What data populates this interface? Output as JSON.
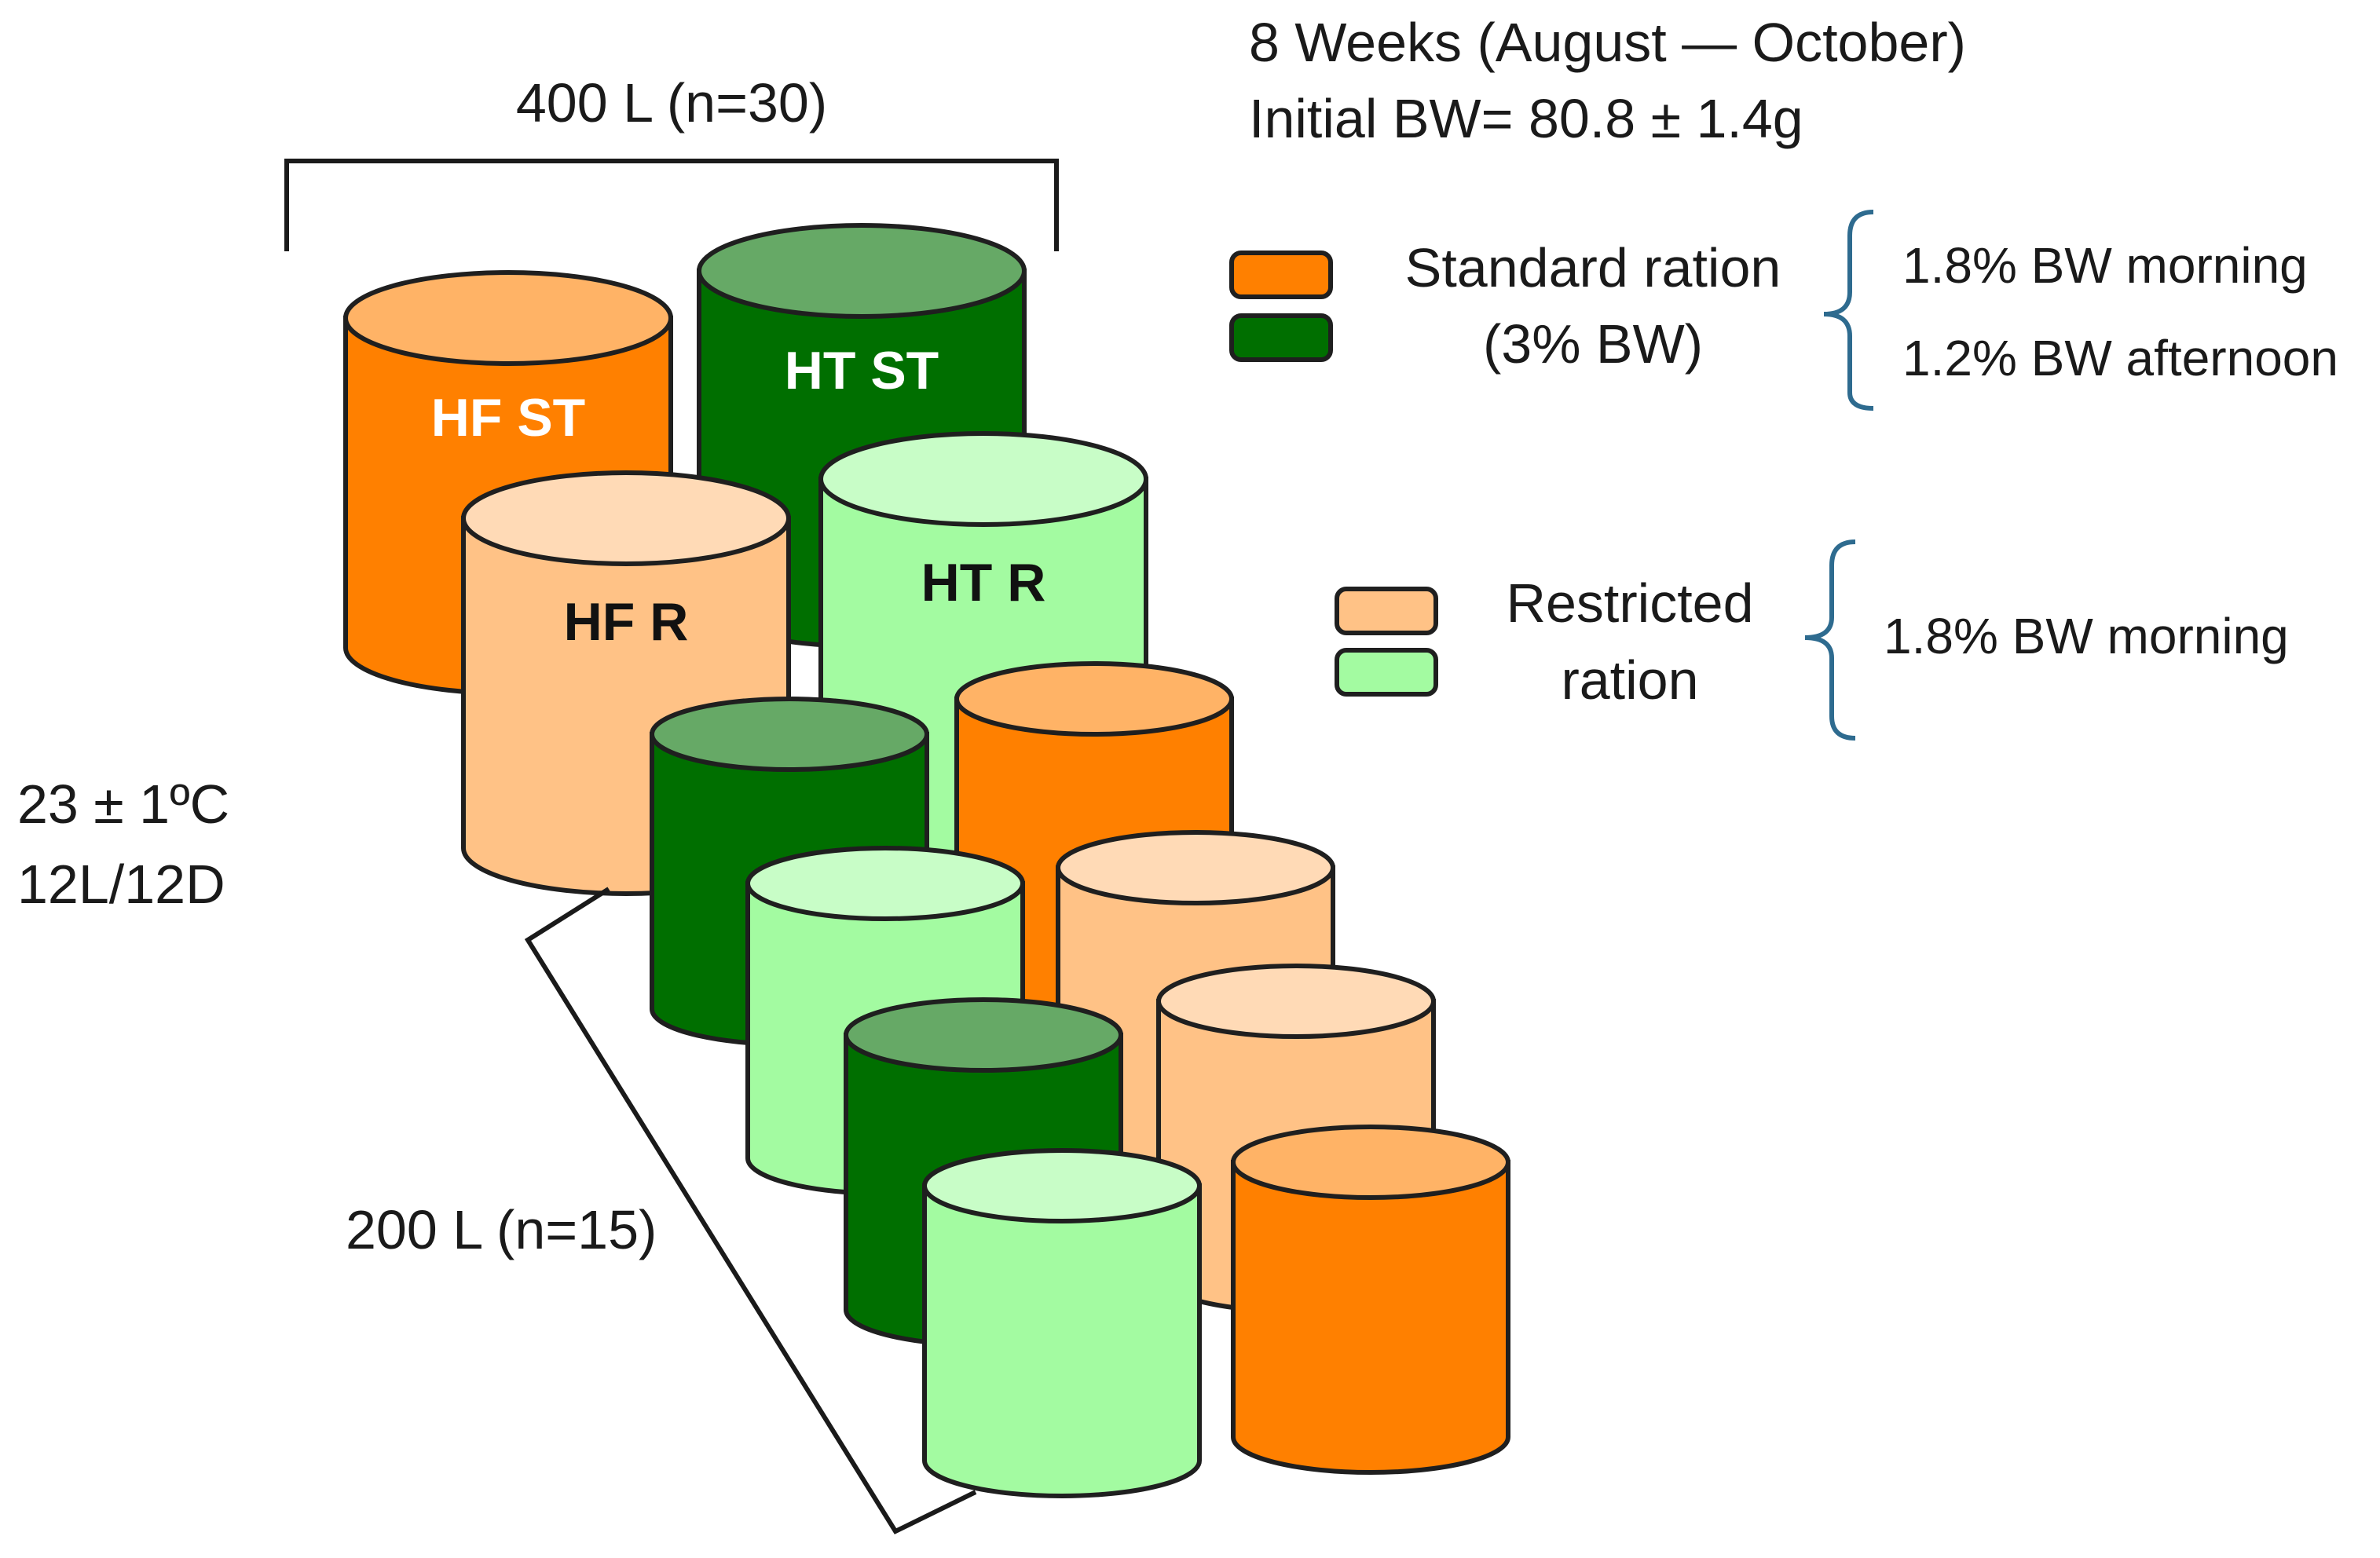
{
  "colors": {
    "standard_hf": "#FF8000",
    "standard_ht": "#006F00",
    "restricted_hf": "#FFC286",
    "restricted_ht": "#A3FBA1",
    "brace_blue": "#2E6B8F",
    "outline": "#1f1f1f"
  },
  "header": {
    "duration": "8 Weeks (August — October)",
    "initial_bw": "Initial BW= 80.8 ± 1.4g"
  },
  "large_tanks": {
    "label": "400 L (n=30)",
    "tanks": [
      {
        "text": "HF ST",
        "color_key": "standard_hf",
        "text_color": "#ffffff"
      },
      {
        "text": "HT ST",
        "color_key": "standard_ht",
        "text_color": "#ffffff"
      },
      {
        "text": "HF R",
        "color_key": "restricted_hf",
        "text_color": "#111111"
      },
      {
        "text": "HT R",
        "color_key": "restricted_ht",
        "text_color": "#111111"
      }
    ]
  },
  "small_tanks": {
    "label": "200 L (n=15)",
    "tanks": [
      {
        "color_key": "standard_ht"
      },
      {
        "color_key": "standard_hf"
      },
      {
        "color_key": "restricted_ht"
      },
      {
        "color_key": "restricted_hf"
      },
      {
        "color_key": "standard_ht"
      },
      {
        "color_key": "restricted_hf"
      },
      {
        "color_key": "restricted_ht"
      },
      {
        "color_key": "standard_hf"
      }
    ]
  },
  "conditions": {
    "temperature": "23 ± 1ºC",
    "photoperiod": "12L/12D"
  },
  "legend": {
    "standard": {
      "line1": "Standard ration",
      "line2": "(3% BW)",
      "details": [
        "1.8% BW morning",
        "1.2% BW afternoon"
      ]
    },
    "restricted": {
      "line1": "Restricted",
      "line2": "ration",
      "details": [
        "1.8% BW morning"
      ]
    }
  }
}
